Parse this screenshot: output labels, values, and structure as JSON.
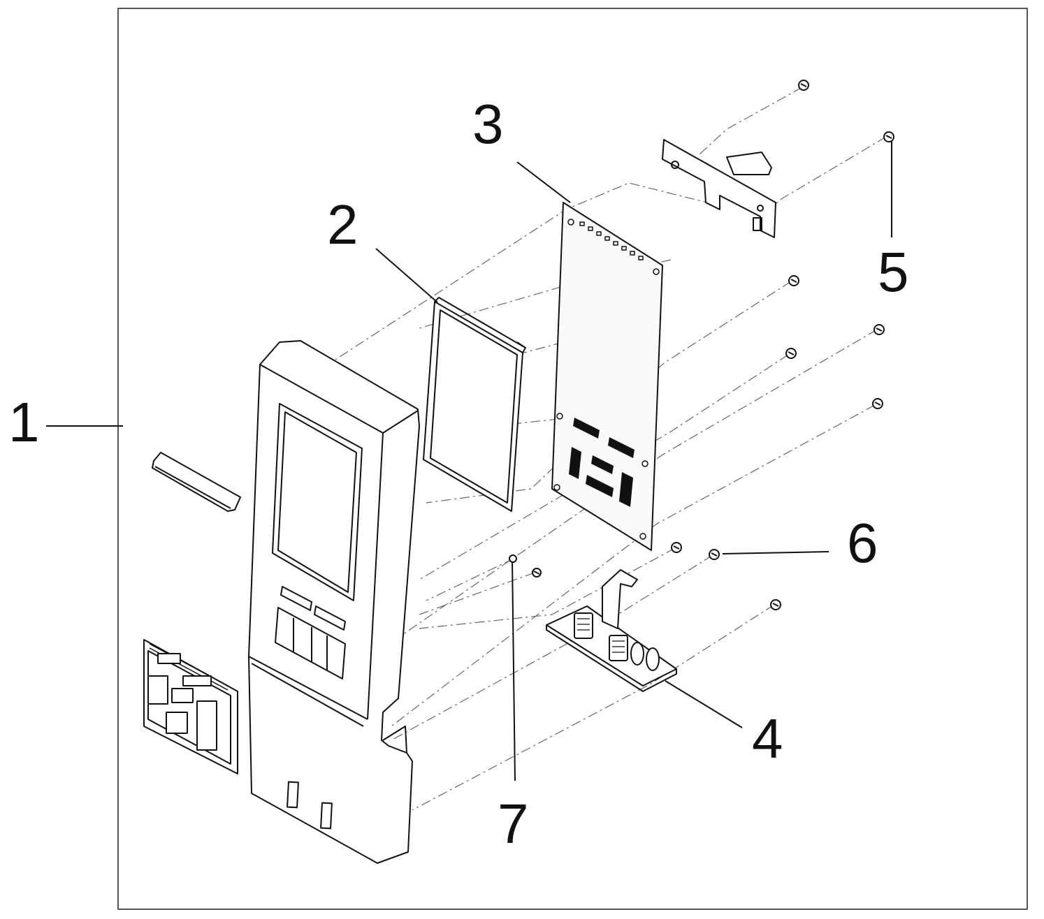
{
  "callouts": {
    "c1": "1",
    "c2": "2",
    "c3": "3",
    "c4": "4",
    "c5": "5",
    "c6": "6",
    "c7": "7"
  },
  "parts": [
    {
      "id": "1",
      "name": "dispenser-housing-assembly"
    },
    {
      "id": "2",
      "name": "display-window"
    },
    {
      "id": "3",
      "name": "control-pcb"
    },
    {
      "id": "4",
      "name": "sub-pcb"
    },
    {
      "id": "5",
      "name": "screw"
    },
    {
      "id": "6",
      "name": "screw"
    },
    {
      "id": "7",
      "name": "screw"
    }
  ],
  "colors": {
    "line": "#111111",
    "background": "#ffffff",
    "fill": "#f2f2f2",
    "dark": "#111111"
  }
}
